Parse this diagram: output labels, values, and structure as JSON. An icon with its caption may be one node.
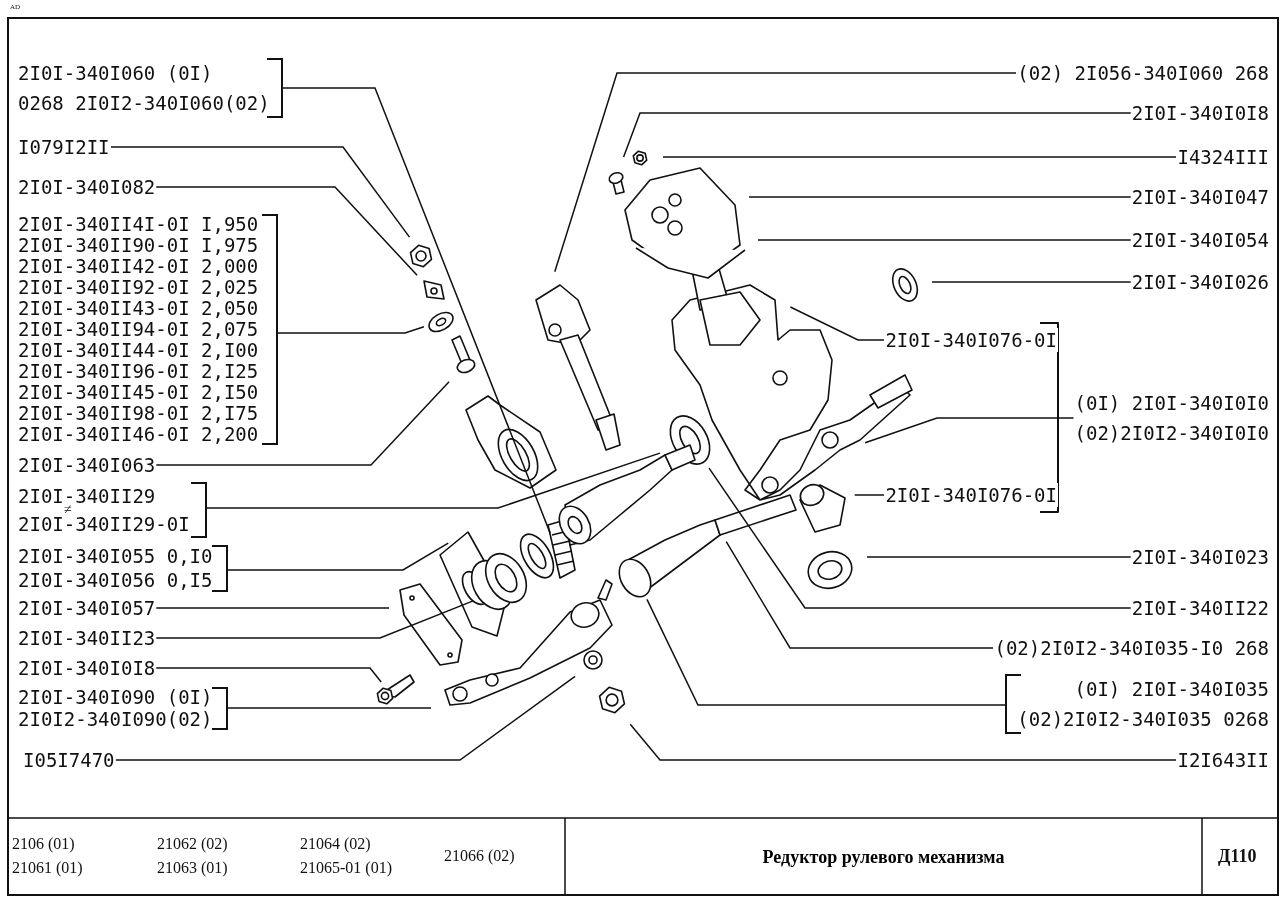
{
  "diagram": {
    "title": "Редуктор рулевого механизма",
    "nodes": [
      {
        "text": [
          "2I0I-340I060 (0I)",
          "0268 2I0I2-340I060(02)"
        ]
      },
      {
        "text": [
          "I079I2II"
        ]
      },
      {
        "text": [
          "2I0I-340I082"
        ]
      },
      {
        "text": [
          "2I0I-340II4I-0I I,950",
          "2I0I-340II90-0I I,975",
          "2I0I-340II42-0I 2,000",
          "2I0I-340II92-0I 2,025",
          "2I0I-340II43-0I 2,050",
          "2I0I-340II94-0I 2,075",
          "2I0I-340II44-0I 2,I00",
          "2I0I-340II96-0I 2,I25",
          "2I0I-340II45-0I 2,I50",
          "2I0I-340II98-0I 2,I75",
          "2I0I-340II46-0I 2,200"
        ]
      },
      {
        "text": [
          "2I0I-340I063"
        ]
      },
      {
        "text": [
          "2I0I-340II29",
          "2I0I-340II29-0I"
        ]
      },
      {
        "text": [
          "2I0I-340I055 0,I0",
          "2I0I-340I056 0,I5"
        ]
      },
      {
        "text": [
          "2I0I-340I057"
        ]
      },
      {
        "text": [
          "2I0I-340II23"
        ]
      },
      {
        "text": [
          "2I0I-340I0I8"
        ]
      },
      {
        "text": [
          "2I0I-340I090 (0I)",
          "2I0I2-340I090(02)"
        ]
      },
      {
        "text": [
          "I05I7470"
        ]
      },
      {
        "text": [
          "(02) 2I056-340I060 268"
        ]
      },
      {
        "text": [
          "2I0I-340I0I8"
        ]
      },
      {
        "text": [
          "I4324III"
        ]
      },
      {
        "text": [
          "2I0I-340I047"
        ]
      },
      {
        "text": [
          "2I0I-340I054"
        ]
      },
      {
        "text": [
          "2I0I-340I026"
        ]
      },
      {
        "text": [
          "2I0I-340I076-0I"
        ]
      },
      {
        "text": [
          "(0I) 2I0I-340I0I0",
          "(02)2I0I2-340I0I0"
        ]
      },
      {
        "text": [
          "2I0I-340I076-0I"
        ]
      },
      {
        "text": [
          "2I0I-340I023"
        ]
      },
      {
        "text": [
          "2I0I-340II22"
        ]
      },
      {
        "text": [
          "(02)2I0I2-340I035-I0 268"
        ]
      },
      {
        "text": [
          "(0I) 2I0I-340I035",
          "(02)2I0I2-340I035 0268"
        ]
      },
      {
        "text": [
          "I2I643II"
        ]
      }
    ],
    "edges": [
      {
        "from": 0,
        "to": null,
        "arrow": "none"
      },
      {
        "from": 1,
        "to": null,
        "arrow": "none"
      },
      {
        "from": 2,
        "to": null,
        "arrow": "none"
      },
      {
        "from": 3,
        "to": null,
        "arrow": "none"
      },
      {
        "from": 4,
        "to": null,
        "arrow": "none"
      },
      {
        "from": 5,
        "to": null,
        "arrow": "none"
      },
      {
        "from": 6,
        "to": null,
        "arrow": "none"
      },
      {
        "from": 7,
        "to": null,
        "arrow": "none"
      },
      {
        "from": 8,
        "to": null,
        "arrow": "none"
      },
      {
        "from": 9,
        "to": null,
        "arrow": "none"
      },
      {
        "from": 10,
        "to": null,
        "arrow": "none"
      },
      {
        "from": 11,
        "to": null,
        "arrow": "none"
      },
      {
        "from": 12,
        "to": null,
        "arrow": "none"
      },
      {
        "from": 13,
        "to": null,
        "arrow": "none"
      },
      {
        "from": 14,
        "to": null,
        "arrow": "none"
      },
      {
        "from": 15,
        "to": null,
        "arrow": "none"
      },
      {
        "from": 16,
        "to": null,
        "arrow": "none"
      },
      {
        "from": 17,
        "to": null,
        "arrow": "none"
      },
      {
        "from": 18,
        "to": null,
        "arrow": "none"
      },
      {
        "from": 19,
        "to": null,
        "arrow": "none"
      },
      {
        "from": 20,
        "to": null,
        "arrow": "none"
      },
      {
        "from": 21,
        "to": null,
        "arrow": "none"
      },
      {
        "from": 22,
        "to": null,
        "arrow": "none"
      },
      {
        "from": 23,
        "to": null,
        "arrow": "none"
      },
      {
        "from": 24,
        "to": null,
        "arrow": "none"
      },
      {
        "from": 25,
        "to": null,
        "arrow": "none"
      }
    ],
    "labels": [
      "AD",
      "≠",
      "2106 (01)",
      "21062 (02)",
      "21064 (02)",
      "21066 (02)",
      "21061 (01)",
      "21063 (01)",
      "21065-01 (01)",
      "Д110"
    ]
  }
}
